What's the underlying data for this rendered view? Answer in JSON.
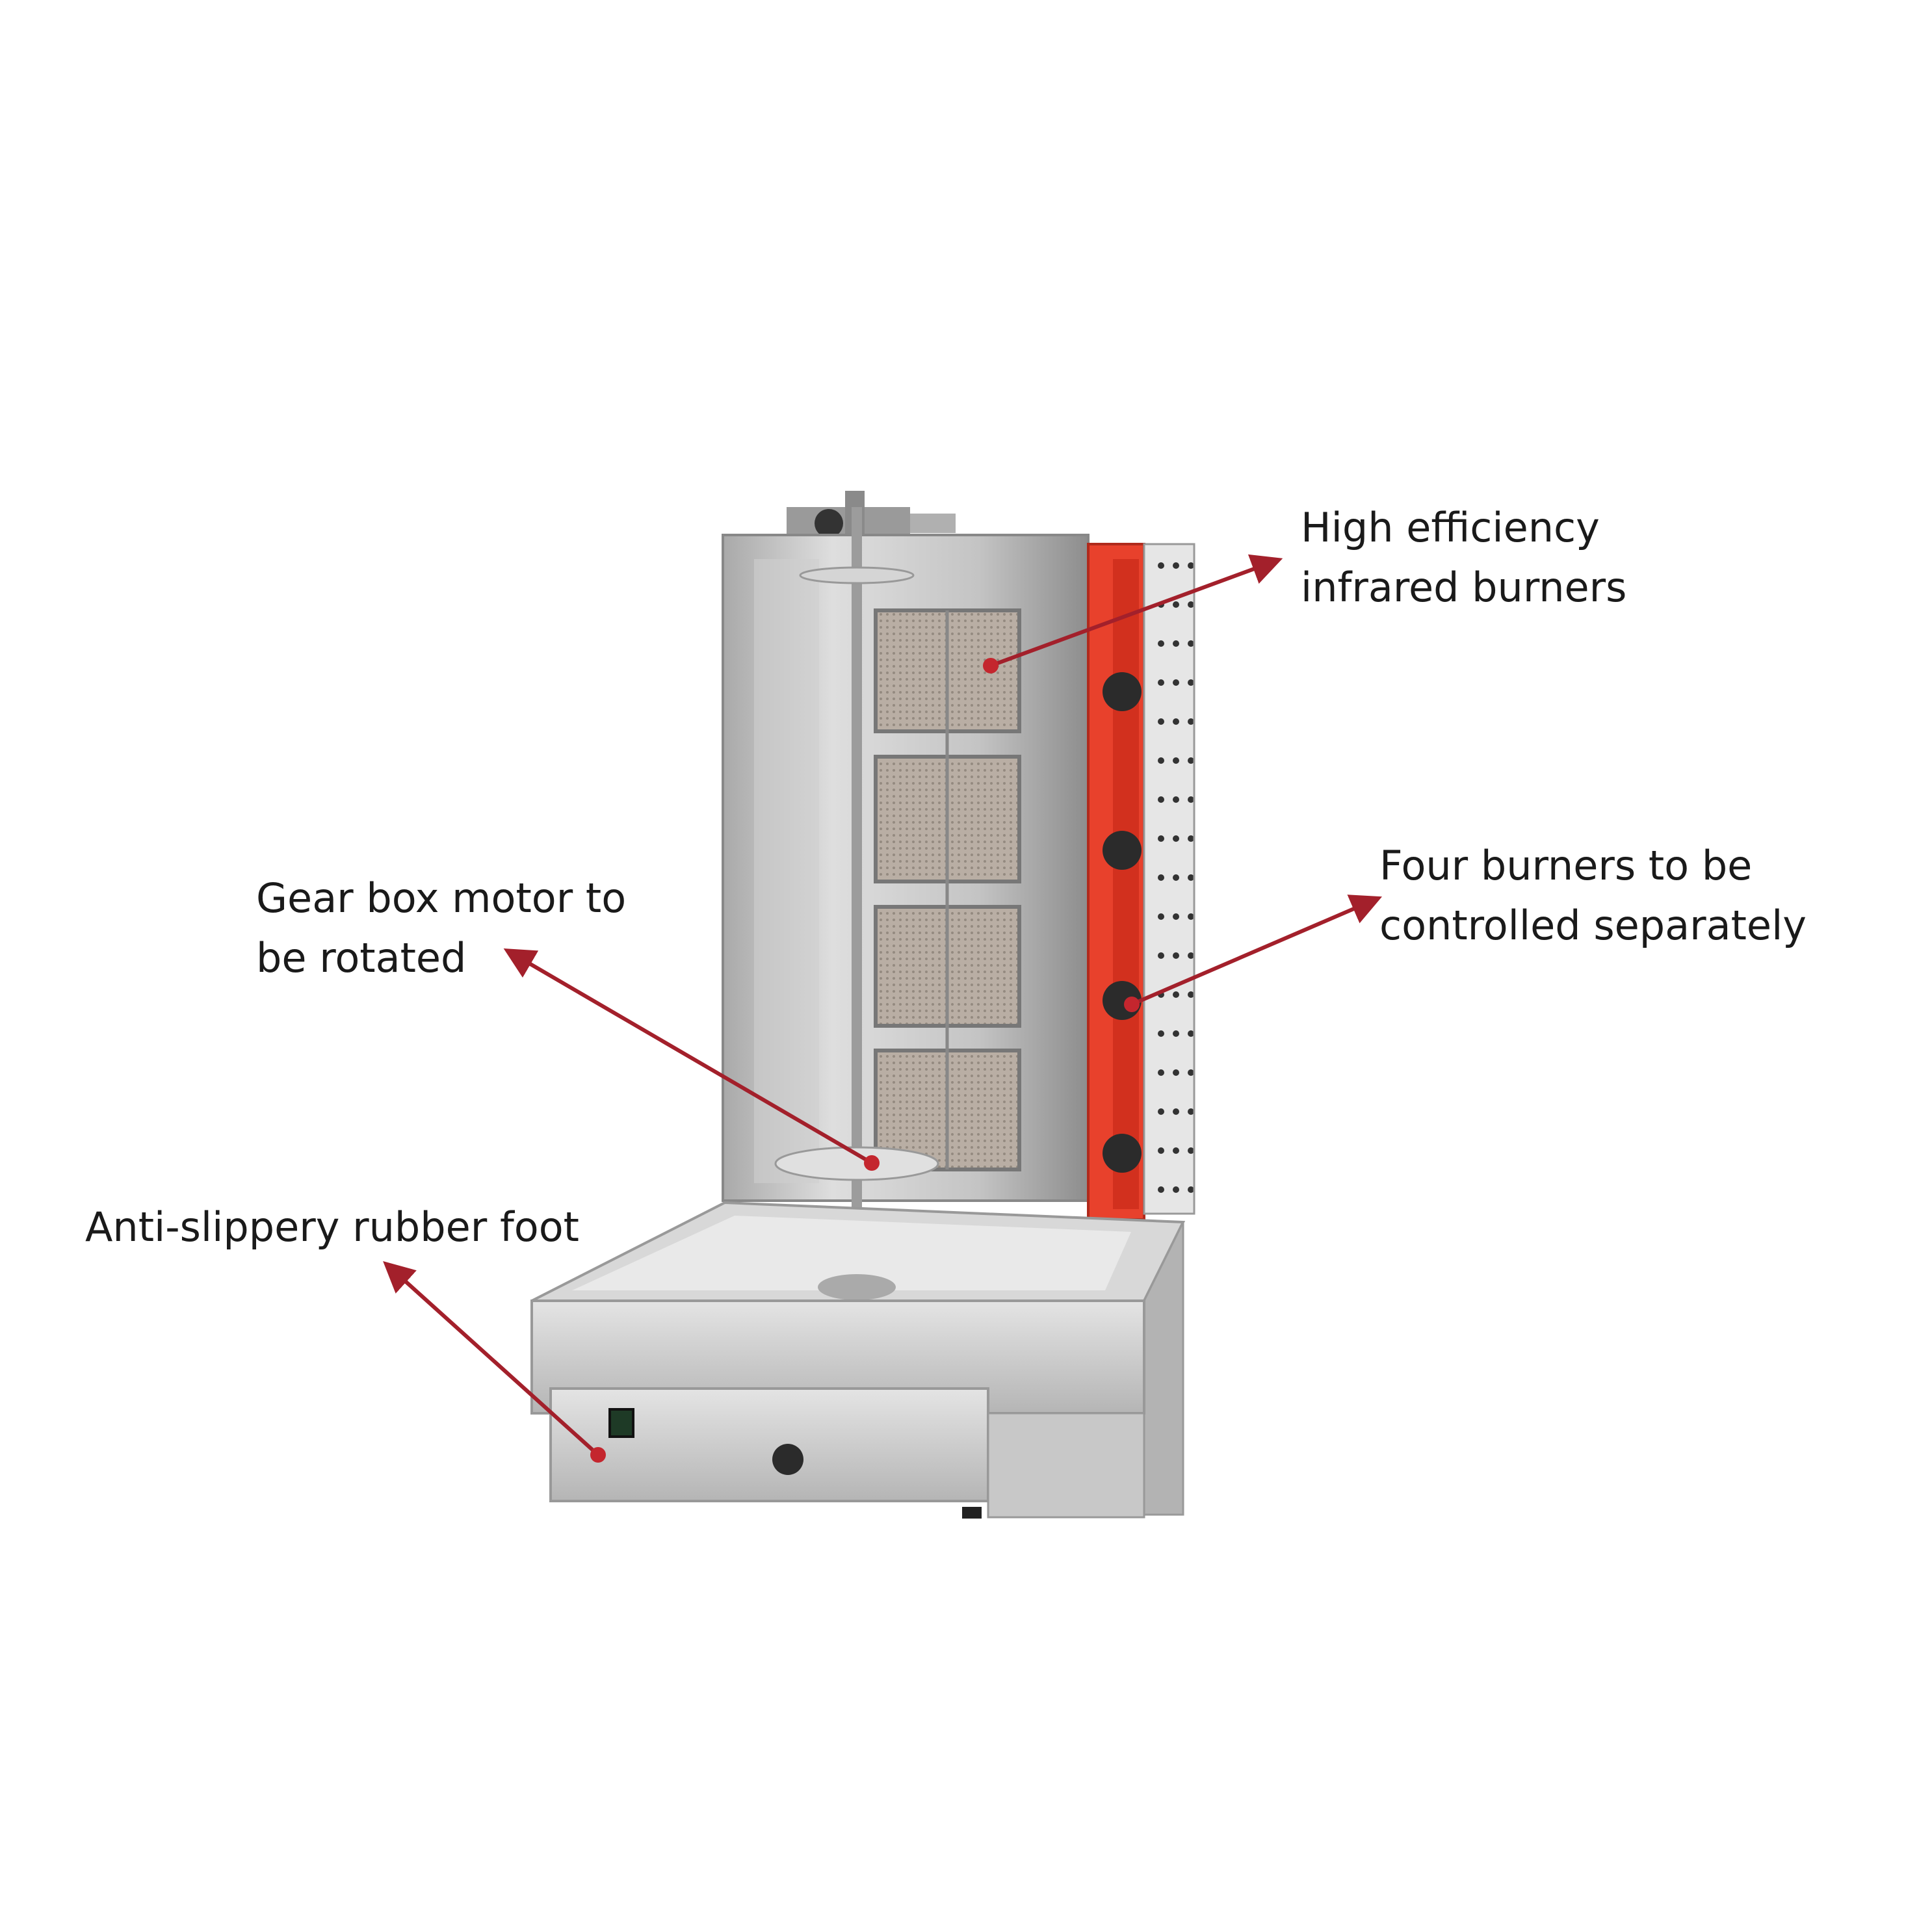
{
  "callouts": [
    {
      "id": "burners",
      "lines": [
        "High efficiency",
        "infrared burners"
      ]
    },
    {
      "id": "controls",
      "lines": [
        "Four burners to be",
        "controlled separately"
      ]
    },
    {
      "id": "motor",
      "lines": [
        "Gear box motor to",
        "be rotated"
      ]
    },
    {
      "id": "foot",
      "lines": [
        "Anti-slippery rubber foot"
      ]
    }
  ],
  "colors": {
    "arrow": "#a3202b",
    "accent_red": "#e8412c",
    "steel": "#c9c9c9",
    "text": "#1a1a1a"
  }
}
